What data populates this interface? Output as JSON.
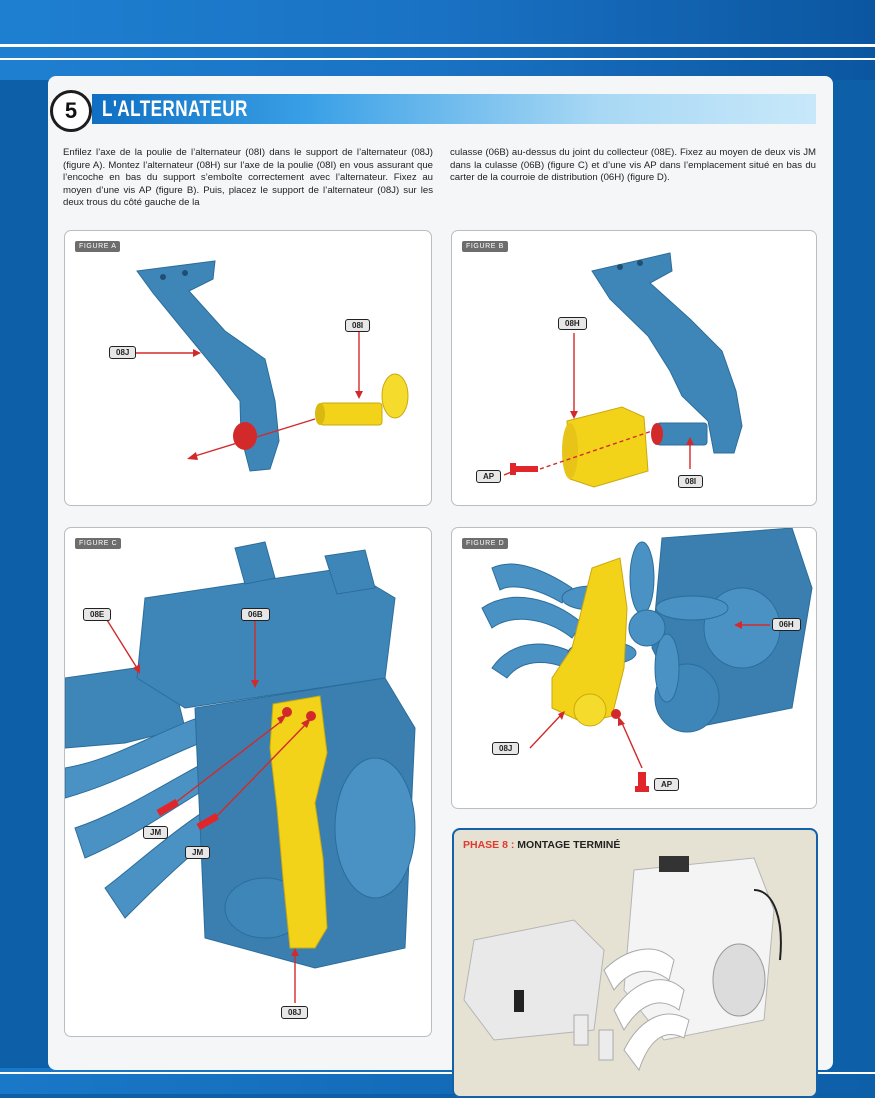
{
  "step": {
    "number": "5",
    "title": "L'ALTERNATEUR"
  },
  "instructions": {
    "left": "Enfilez l’axe de la poulie de l’alternateur (08I) dans le support de l’alternateur (08J) (figure A). Montez l’alternateur (08H) sur l’axe de la poulie (08I) en vous assurant que l’encoche en bas du support s’emboîte correctement avec l’alternateur. Fixez au moyen d’une vis AP (figure B). Puis, placez le support de l’alternateur (08J) sur les deux trous du côté gauche de la",
    "right": "culasse (06B) au-dessus du joint du collecteur (08E). Fixez au moyen de deux vis JM dans la culasse (06B) (figure C) et d’une vis AP dans l’emplacement situé en bas du carter de la courroie de distribution (06H) (figure D)."
  },
  "figures": {
    "a": {
      "tag": "FIGURE A",
      "labels": {
        "support": "08J",
        "axe": "08I"
      }
    },
    "b": {
      "tag": "FIGURE B",
      "labels": {
        "alternateur": "08H",
        "vis": "AP",
        "axe": "08I"
      }
    },
    "c": {
      "tag": "FIGURE C",
      "labels": {
        "joint": "08E",
        "culasse": "06B",
        "vis1": "JM",
        "vis2": "JM",
        "support": "08J"
      }
    },
    "d": {
      "tag": "FIGURE D",
      "labels": {
        "carter": "06H",
        "support": "08J",
        "vis": "AP"
      }
    }
  },
  "phase": {
    "prefix": "PHASE 8 :",
    "text": "MONTAGE TERMINÉ"
  },
  "colors": {
    "part_blue": "#3f86b8",
    "part_yellow": "#f2d31a",
    "screw_red": "#e0262b",
    "header_blue": "#0f6fc2",
    "phase_border": "#1461aa"
  }
}
